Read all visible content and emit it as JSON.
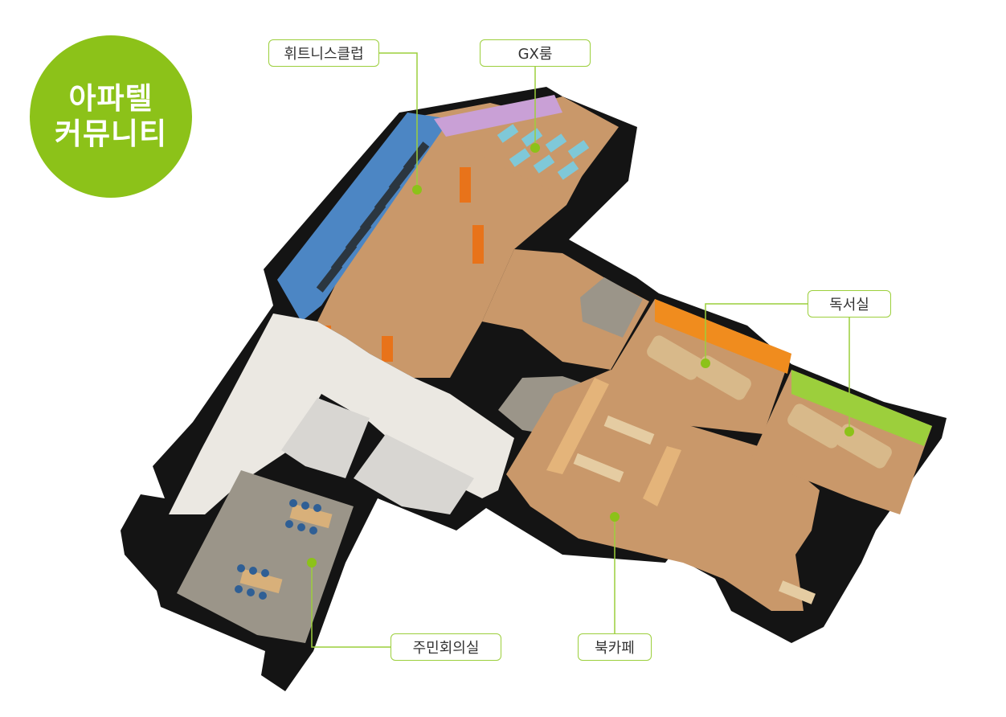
{
  "title": {
    "line1": "아파텔",
    "line2": "커뮤니티"
  },
  "areas": {
    "fitness": "휘트니스클럽",
    "gx": "GX룸",
    "reading": "독서실",
    "meeting": "주민회의실",
    "cafe": "북카페"
  },
  "colors": {
    "accent": "#8cc219",
    "leader": "#9ccf3c",
    "wall": "#141414",
    "wood_floor": "#c9986a",
    "fitness_floor": "#4c86c4",
    "gx_wall": "#c9a0d6",
    "reading_wall_orange": "#f08c1e",
    "reading_wall_green": "#9ccf3c",
    "tile_floor": "#9b9589",
    "corridor": "#ebe8e2"
  }
}
